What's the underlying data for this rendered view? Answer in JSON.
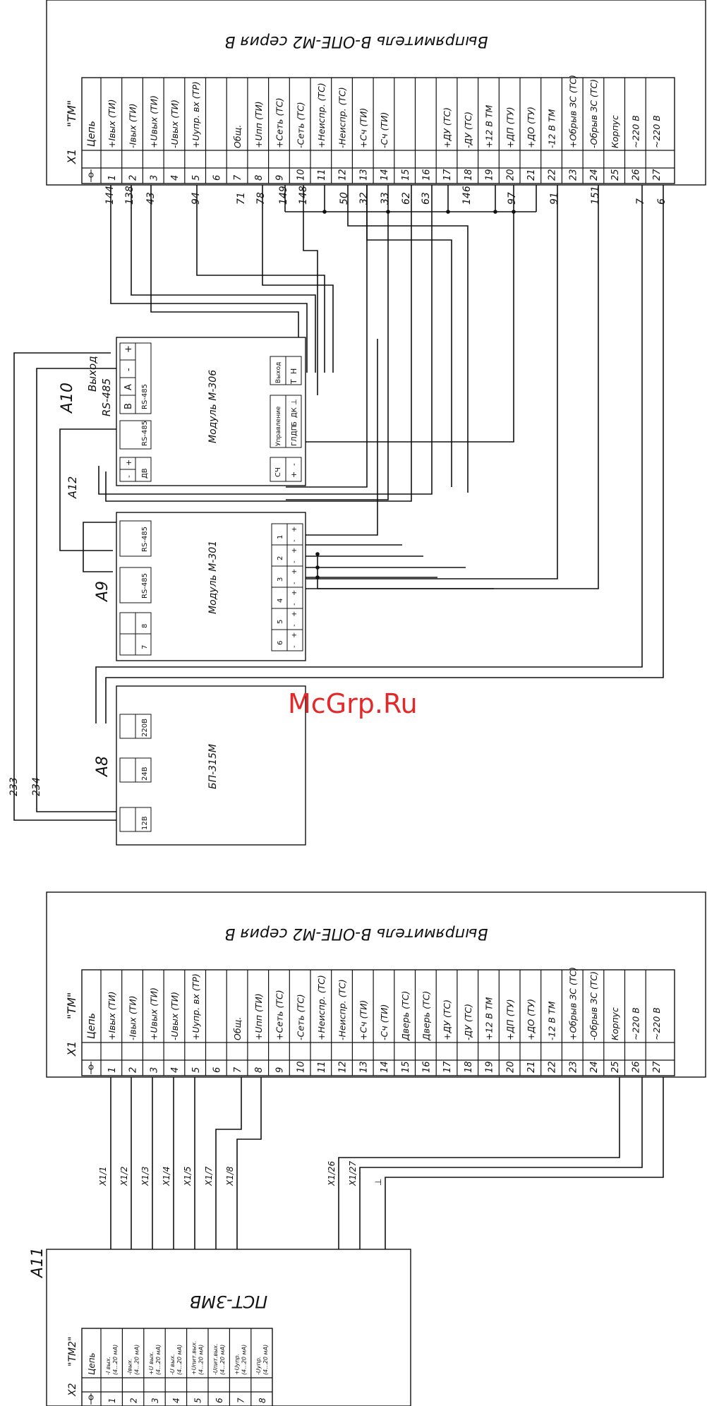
{
  "watermark": "McGrp.Ru",
  "sheet1": {
    "rectifier_title": "Выпрямитель В-ОПЕ-М2 серия В",
    "connector": {
      "name": "X1",
      "tag": "\"ТМ\"",
      "header": "Цепь"
    },
    "pins": [
      {
        "n": "1",
        "label": "+Iвых (ТИ)"
      },
      {
        "n": "2",
        "label": "-Iвых (ТИ)"
      },
      {
        "n": "3",
        "label": "+Uвых (ТИ)"
      },
      {
        "n": "4",
        "label": "-Uвых (ТИ)"
      },
      {
        "n": "5",
        "label": "+Uупр. вх (ТР)"
      },
      {
        "n": "6",
        "label": ""
      },
      {
        "n": "7",
        "label": "Общ."
      },
      {
        "n": "8",
        "label": "+Uпп (ТИ)"
      },
      {
        "n": "9",
        "label": "+Сеть (ТС)"
      },
      {
        "n": "10",
        "label": "-Сеть (ТС)"
      },
      {
        "n": "11",
        "label": "+Неиспр. (ТС)"
      },
      {
        "n": "12",
        "label": "-Неиспр. (ТС)"
      },
      {
        "n": "13",
        "label": "+Сч (ТИ)"
      },
      {
        "n": "14",
        "label": "-Сч (ТИ)"
      },
      {
        "n": "15",
        "label": ""
      },
      {
        "n": "16",
        "label": ""
      },
      {
        "n": "17",
        "label": "+ДУ (ТС)"
      },
      {
        "n": "18",
        "label": "-ДУ (ТС)"
      },
      {
        "n": "19",
        "label": "+12 В ТМ"
      },
      {
        "n": "20",
        "label": "+ДП (ТУ)"
      },
      {
        "n": "21",
        "label": "+ДО (ТУ)"
      },
      {
        "n": "22",
        "label": "-12 В ТМ"
      },
      {
        "n": "23",
        "label": "+Обрыв ЗС (ТС)"
      },
      {
        "n": "24",
        "label": "-Обрыв ЗС (ТС)"
      },
      {
        "n": "25",
        "label": "Корпус"
      },
      {
        "n": "26",
        "label": "~220 В"
      },
      {
        "n": "27",
        "label": "~220 В"
      }
    ],
    "wire_numbers": [
      "144",
      "138",
      "43",
      "94",
      "71",
      "78",
      "149",
      "148",
      "50",
      "32",
      "33",
      "62",
      "63",
      "146",
      "97",
      "91",
      "151",
      "7",
      "6",
      "233",
      "234"
    ],
    "a10": {
      "ref": "A10",
      "module": "Модуль М-306",
      "out_title": "Выход",
      "out_iface": "RS-485",
      "out_pins": [
        "В",
        "А",
        "-",
        "+"
      ],
      "out_label": "RS-485",
      "vyhod": "Выход",
      "vyhod_h": "Н",
      "vyhod_t": "Т",
      "upr": "Управление",
      "upr_t1": "⊥",
      "upr_d": "ДК",
      "upr_b": "Б",
      "upr_p": "ДП",
      "upr_g": "ГЛ",
      "sch": "СЧ",
      "iface_left": "RS-485",
      "dv": "ДВ",
      "plus": "+",
      "minus": "-"
    },
    "a12": "A12",
    "a9": {
      "ref": "A9",
      "module": "Модуль М-301",
      "rs1": "RS-485",
      "rs2": "RS-485",
      "channels": [
        "1",
        "2",
        "3",
        "4",
        "5",
        "6"
      ],
      "ch78": [
        "7",
        "8"
      ],
      "plus": "+",
      "minus": "-"
    },
    "a8": {
      "ref": "A8",
      "model": "БП-315М",
      "v220": "220В",
      "v24": "24В",
      "v12": "12В",
      "plus": "+",
      "minus": "-"
    }
  },
  "sheet2": {
    "rectifier_title": "Выпрямитель В-ОПЕ-М2 серия В",
    "connector": {
      "name": "X1",
      "tag": "\"ТМ\"",
      "header": "Цепь"
    },
    "pins": [
      {
        "n": "1",
        "label": "+Iвых (ТИ)"
      },
      {
        "n": "2",
        "label": "-Iвых (ТИ)"
      },
      {
        "n": "3",
        "label": "+Uвых (ТИ)"
      },
      {
        "n": "4",
        "label": "-Uвых (ТИ)"
      },
      {
        "n": "5",
        "label": "+Uупр. вх (ТР)"
      },
      {
        "n": "6",
        "label": ""
      },
      {
        "n": "7",
        "label": "Общ."
      },
      {
        "n": "8",
        "label": "+Uпп (ТИ)"
      },
      {
        "n": "9",
        "label": "+Сеть (ТС)"
      },
      {
        "n": "10",
        "label": "-Сеть (ТС)"
      },
      {
        "n": "11",
        "label": "+Неиспр. (ТС)"
      },
      {
        "n": "12",
        "label": "-Неиспр. (ТС)"
      },
      {
        "n": "13",
        "label": "+Сч (ТИ)"
      },
      {
        "n": "14",
        "label": "-Сч (ТИ)"
      },
      {
        "n": "15",
        "label": "Дверь (ТС)"
      },
      {
        "n": "16",
        "label": "Дверь (ТС)"
      },
      {
        "n": "17",
        "label": "+ДУ (ТС)"
      },
      {
        "n": "18",
        "label": "-ДУ (ТС)"
      },
      {
        "n": "19",
        "label": "+12 В ТМ"
      },
      {
        "n": "20",
        "label": "+ДП (ТУ)"
      },
      {
        "n": "21",
        "label": "+ДО (ТУ)"
      },
      {
        "n": "22",
        "label": "-12 В ТМ"
      },
      {
        "n": "23",
        "label": "+Обрыв ЗС (ТС)"
      },
      {
        "n": "24",
        "label": "-Обрыв ЗС (ТС)"
      },
      {
        "n": "25",
        "label": "Корпус"
      },
      {
        "n": "26",
        "label": "~220 В"
      },
      {
        "n": "27",
        "label": "~220 В"
      }
    ],
    "wire_labels": [
      "X1/1",
      "X1/2",
      "X1/3",
      "X1/4",
      "X1/5",
      "X1/7",
      "X1/8",
      "X1/26",
      "X1/27",
      "⊥"
    ],
    "a11": {
      "ref": "A11",
      "model": "ПСТ-3МВ",
      "connector": {
        "name": "X2",
        "tag": "\"ТМ2\"",
        "header": "Цепь"
      },
      "pins": [
        {
          "n": "1",
          "l1": "-I вых.",
          "l2": "(4...20 мА)"
        },
        {
          "n": "2",
          "l1": "-Iвых.",
          "l2": "(4...20 мА)"
        },
        {
          "n": "3",
          "l1": "+U вых.",
          "l2": "(4...20 мА)"
        },
        {
          "n": "4",
          "l1": "-U вых.",
          "l2": "(4...20 мА)"
        },
        {
          "n": "5",
          "l1": "+Uпит.вых.",
          "l2": "(4...20 мА)"
        },
        {
          "n": "6",
          "l1": "-Uпит.вых.",
          "l2": "(4...20 мА)"
        },
        {
          "n": "7",
          "l1": "+Uупр.",
          "l2": "(4...20 мА)"
        },
        {
          "n": "8",
          "l1": "-Uупр.",
          "l2": "(4...20 мА)"
        }
      ]
    }
  }
}
